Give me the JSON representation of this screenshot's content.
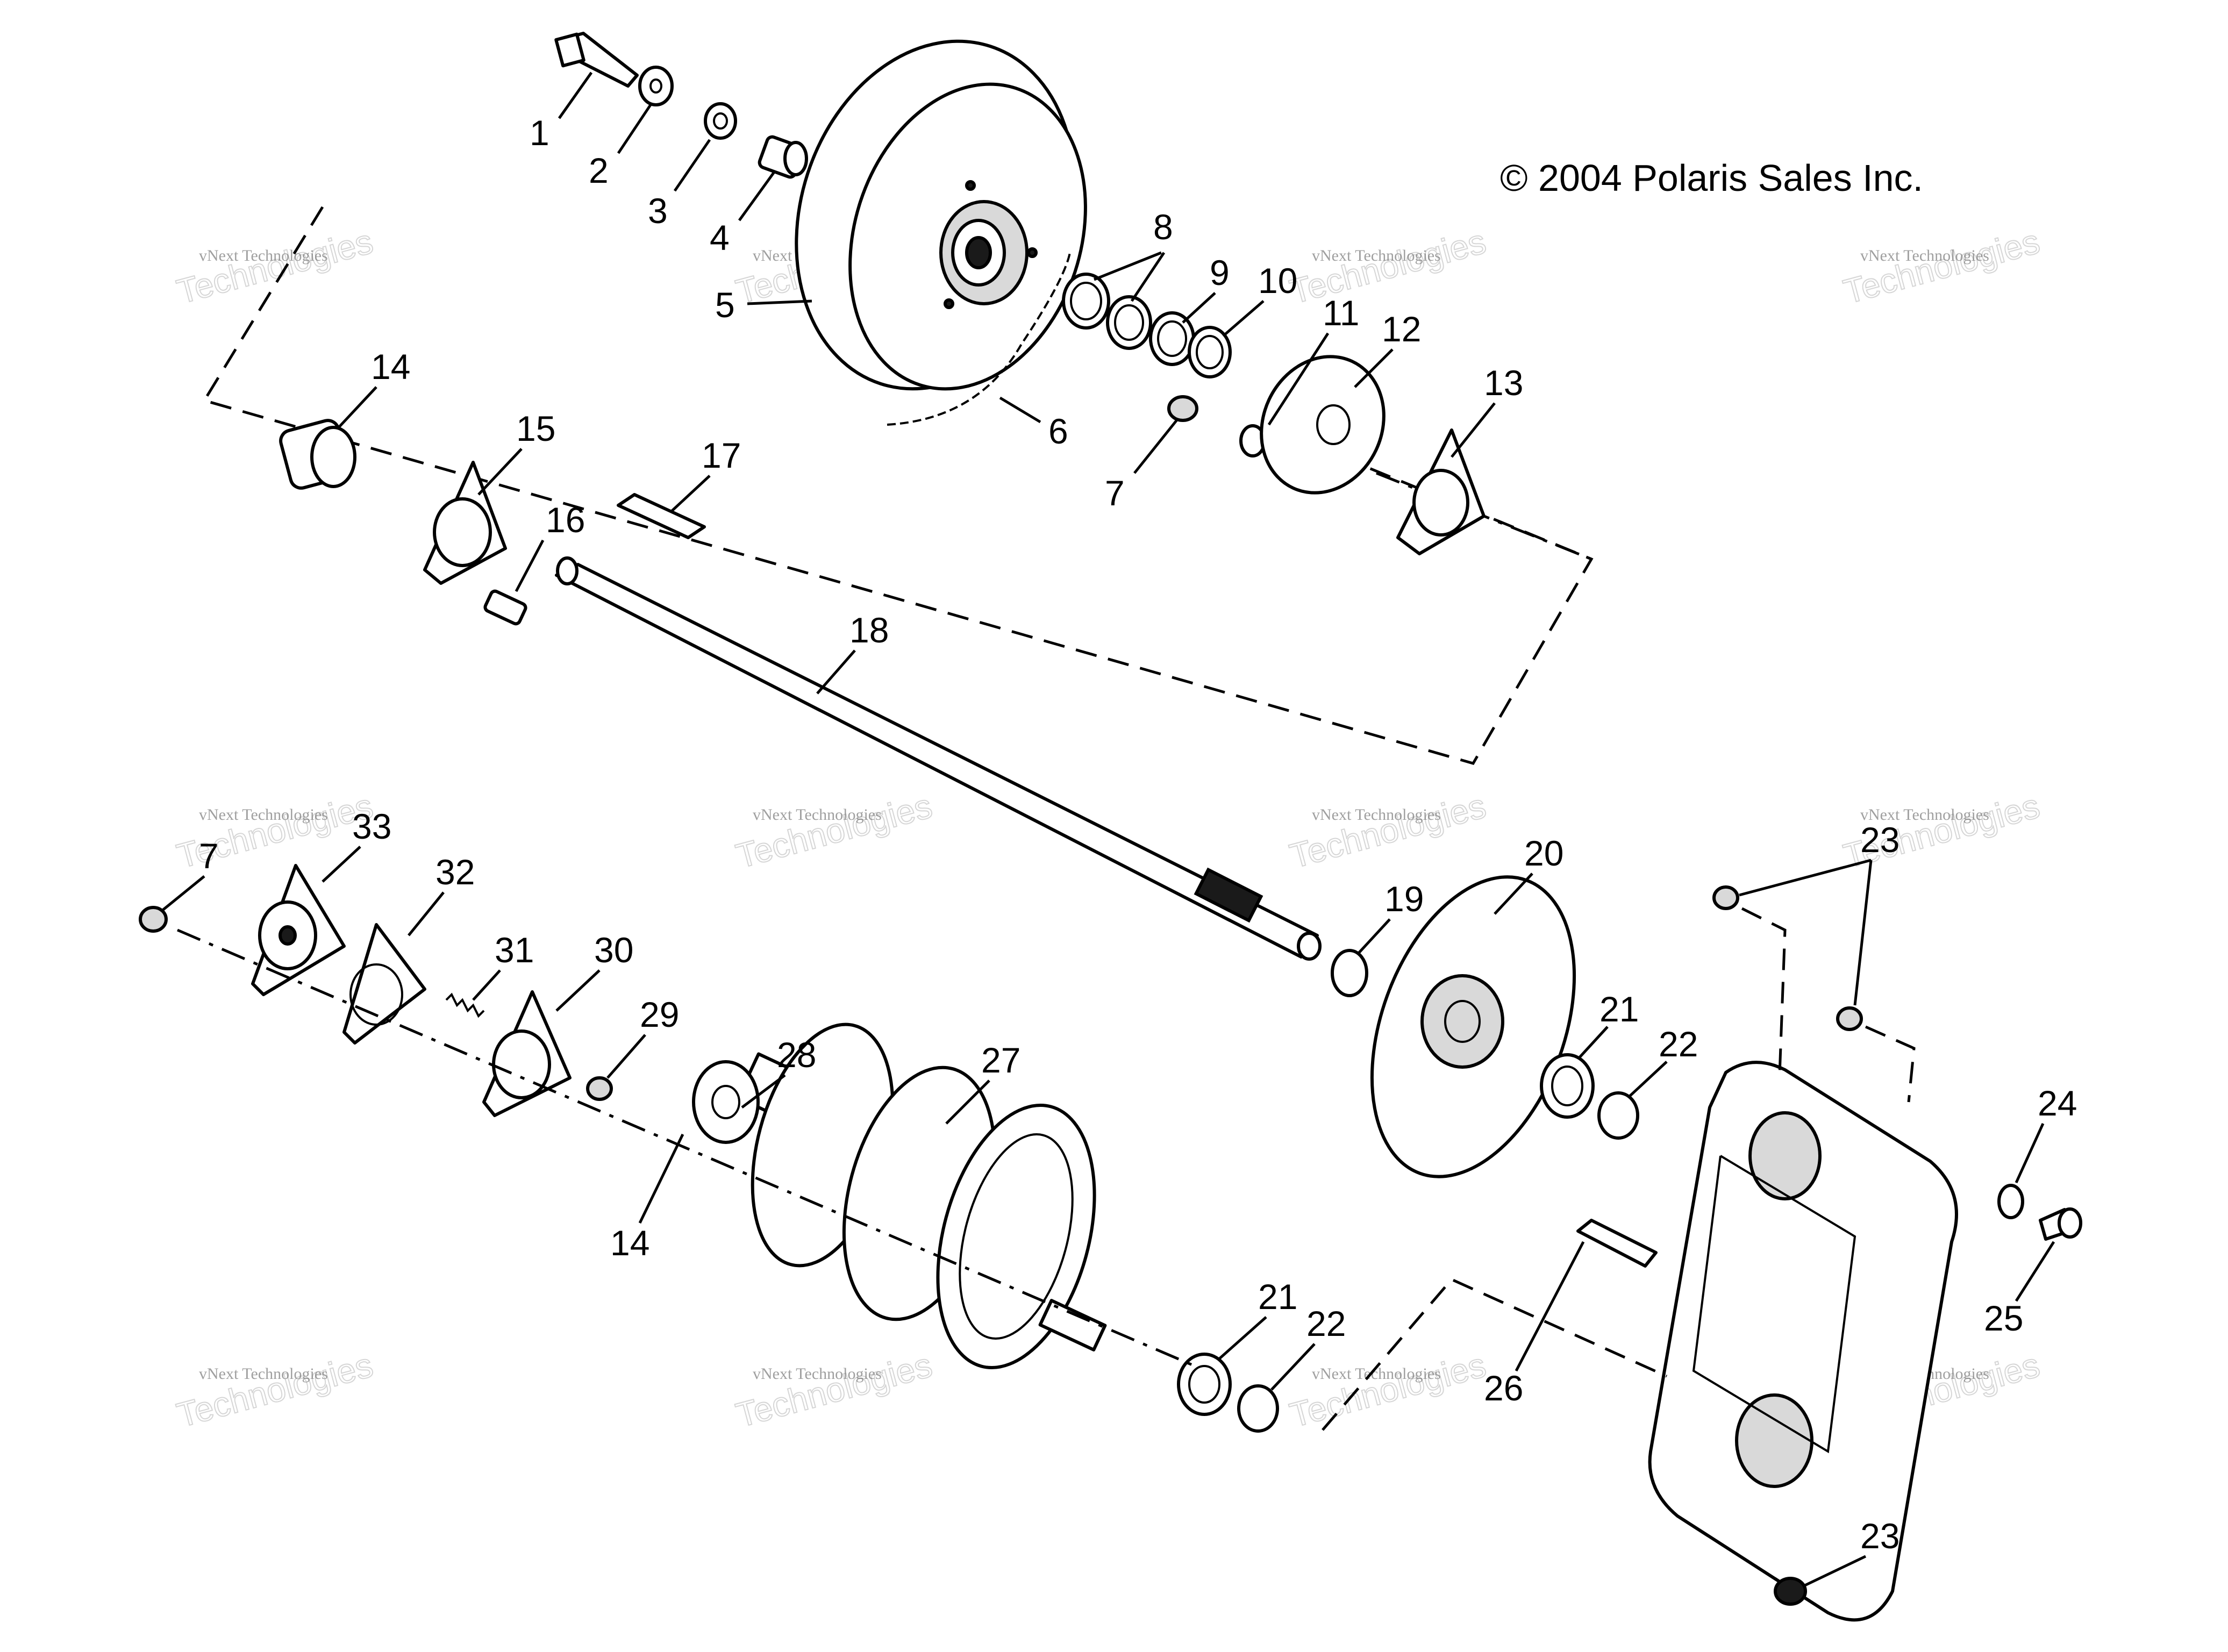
{
  "copyright": "© 2004 Polaris Sales Inc.",
  "watermark": {
    "line1": "vNext Technologies",
    "line2": "Technologies"
  },
  "callouts": [
    "1",
    "2",
    "3",
    "4",
    "5",
    "6",
    "7",
    "8",
    "9",
    "10",
    "11",
    "12",
    "13",
    "14",
    "15",
    "16",
    "17",
    "18",
    "19",
    "20",
    "21",
    "22",
    "23",
    "24",
    "25",
    "26",
    "27",
    "28",
    "29",
    "30",
    "31",
    "32",
    "33",
    "7",
    "14",
    "21",
    "22",
    "23",
    "23"
  ],
  "colors": {
    "ink": "#000000",
    "paper": "#ffffff",
    "watermark": "#999999"
  }
}
